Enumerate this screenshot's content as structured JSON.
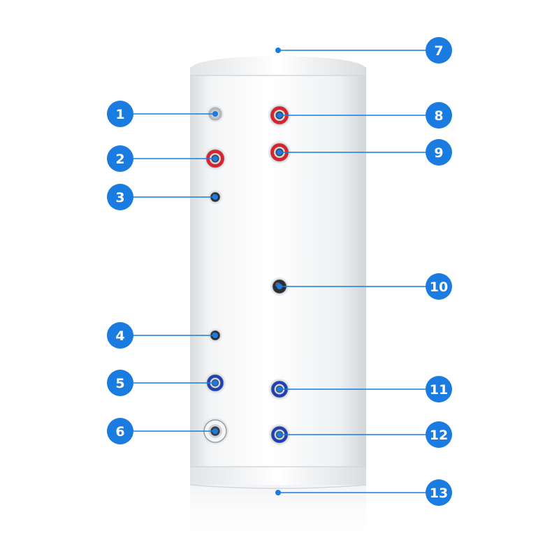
{
  "colors": {
    "badge": "#1a7be0",
    "leader": "#1a7be0",
    "tank_body": "#f3f4f6",
    "port_hot": "#d8232a",
    "port_cold": "#1f3fb3",
    "port_silver": "#b9bcc0",
    "port_sensor": "#2a2f36",
    "port_white": "#f5f5f5"
  },
  "callouts": [
    {
      "id": "1",
      "label": "1",
      "port": "silver"
    },
    {
      "id": "2",
      "label": "2",
      "port": "hot"
    },
    {
      "id": "3",
      "label": "3",
      "port": "sensor"
    },
    {
      "id": "4",
      "label": "4",
      "port": "sensor"
    },
    {
      "id": "5",
      "label": "5",
      "port": "cold"
    },
    {
      "id": "6",
      "label": "6",
      "port": "white"
    },
    {
      "id": "7",
      "label": "7",
      "port": "top"
    },
    {
      "id": "8",
      "label": "8",
      "port": "hot"
    },
    {
      "id": "9",
      "label": "9",
      "port": "hot"
    },
    {
      "id": "10",
      "label": "10",
      "port": "sensor"
    },
    {
      "id": "11",
      "label": "11",
      "port": "cold"
    },
    {
      "id": "12",
      "label": "12",
      "port": "cold"
    },
    {
      "id": "13",
      "label": "13",
      "port": "bottom"
    }
  ]
}
